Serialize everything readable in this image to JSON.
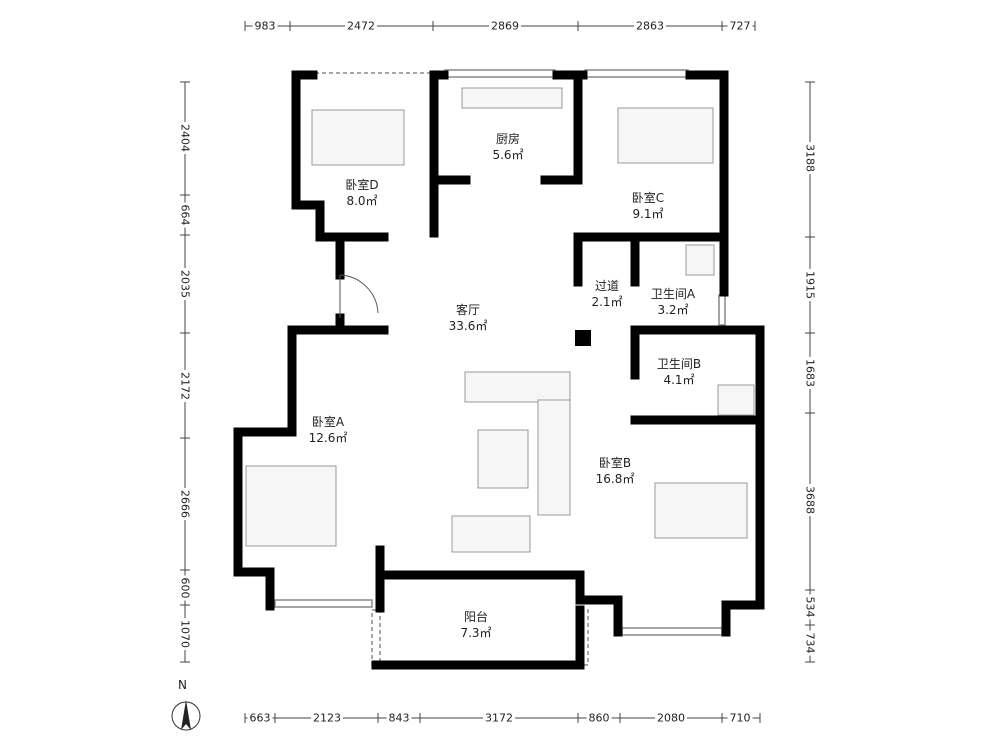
{
  "rooms": [
    {
      "name": "卧室D",
      "area": "8.0㎡"
    },
    {
      "name": "厨房",
      "area": "5.6㎡"
    },
    {
      "name": "卧室C",
      "area": "9.1㎡"
    },
    {
      "name": "过道",
      "area": "2.1㎡"
    },
    {
      "name": "卫生间A",
      "area": "3.2㎡"
    },
    {
      "name": "客厅",
      "area": "33.6㎡"
    },
    {
      "name": "卫生间B",
      "area": "4.1㎡"
    },
    {
      "name": "卧室A",
      "area": "12.6㎡"
    },
    {
      "name": "卧室B",
      "area": "16.8㎡"
    },
    {
      "name": "阳台",
      "area": "7.3㎡"
    }
  ],
  "dimensions": {
    "top": [
      "983",
      "2472",
      "2869",
      "2863",
      "727"
    ],
    "bottom": [
      "663",
      "2123",
      "843",
      "3172",
      "860",
      "2080",
      "710"
    ],
    "left": [
      "2404",
      "664",
      "2035",
      "2172",
      "2666",
      "600",
      "1070"
    ],
    "right": [
      "3188",
      "1915",
      "1683",
      "3688",
      "534",
      "734"
    ]
  },
  "compass": {
    "label": "N"
  },
  "colors": {
    "wall": "#000000",
    "window": "#888888",
    "background": "#ffffff"
  }
}
